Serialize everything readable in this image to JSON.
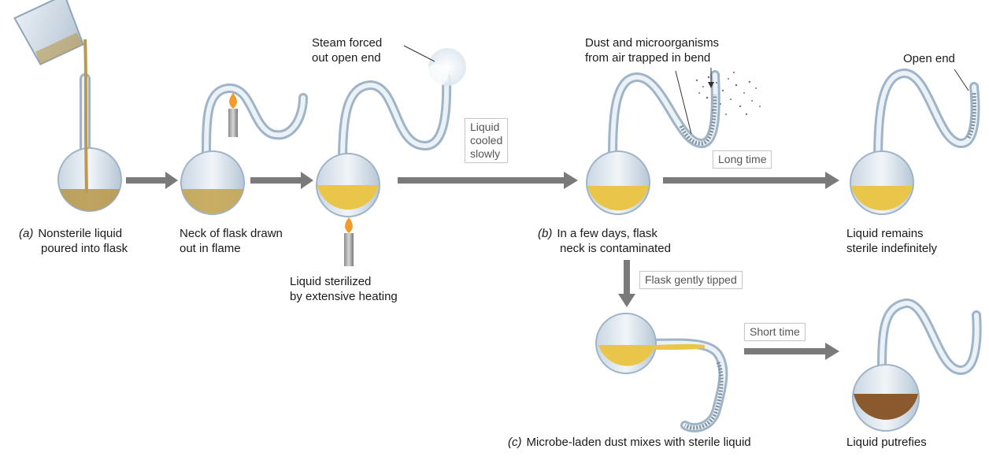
{
  "steps": {
    "a1": {
      "part": "(a)",
      "line1": "Nonsterile liquid",
      "line2": "poured into flask"
    },
    "a2": {
      "line1": "Neck of flask drawn",
      "line2": "out in flame"
    },
    "a3": {
      "line1": "Liquid sterilized",
      "line2": "by extensive heating"
    },
    "steam": {
      "line1": "Steam forced",
      "line2": "out open end"
    },
    "b1": {
      "part": "(b)",
      "line1": "In a few days, flask",
      "line2": "neck is contaminated"
    },
    "dust": {
      "line1": "Dust and microorganisms",
      "line2": "from air trapped in bend"
    },
    "open_end": {
      "text": "Open end"
    },
    "b2": {
      "line1": "Liquid remains",
      "line2": "sterile indefinitely"
    },
    "c1": {
      "part": "(c)",
      "text": "Microbe-laden dust mixes with sterile liquid"
    },
    "c2": {
      "text": "Liquid putrefies"
    }
  },
  "transitions": {
    "cooled": {
      "line1": "Liquid",
      "line2": "cooled",
      "line3": "slowly"
    },
    "long_time": "Long time",
    "tipped": "Flask gently tipped",
    "short_time": "Short time"
  },
  "colors": {
    "glass_stroke": "#9fb4c6",
    "glass_fill": "#e6eef5",
    "liquid_clear": "#e9c64a",
    "liquid_nonsterile": "#b99a4f",
    "liquid_putrid": "#8a5a2e",
    "arrow": "#7a7a7a",
    "flame": "#f39a2b"
  }
}
